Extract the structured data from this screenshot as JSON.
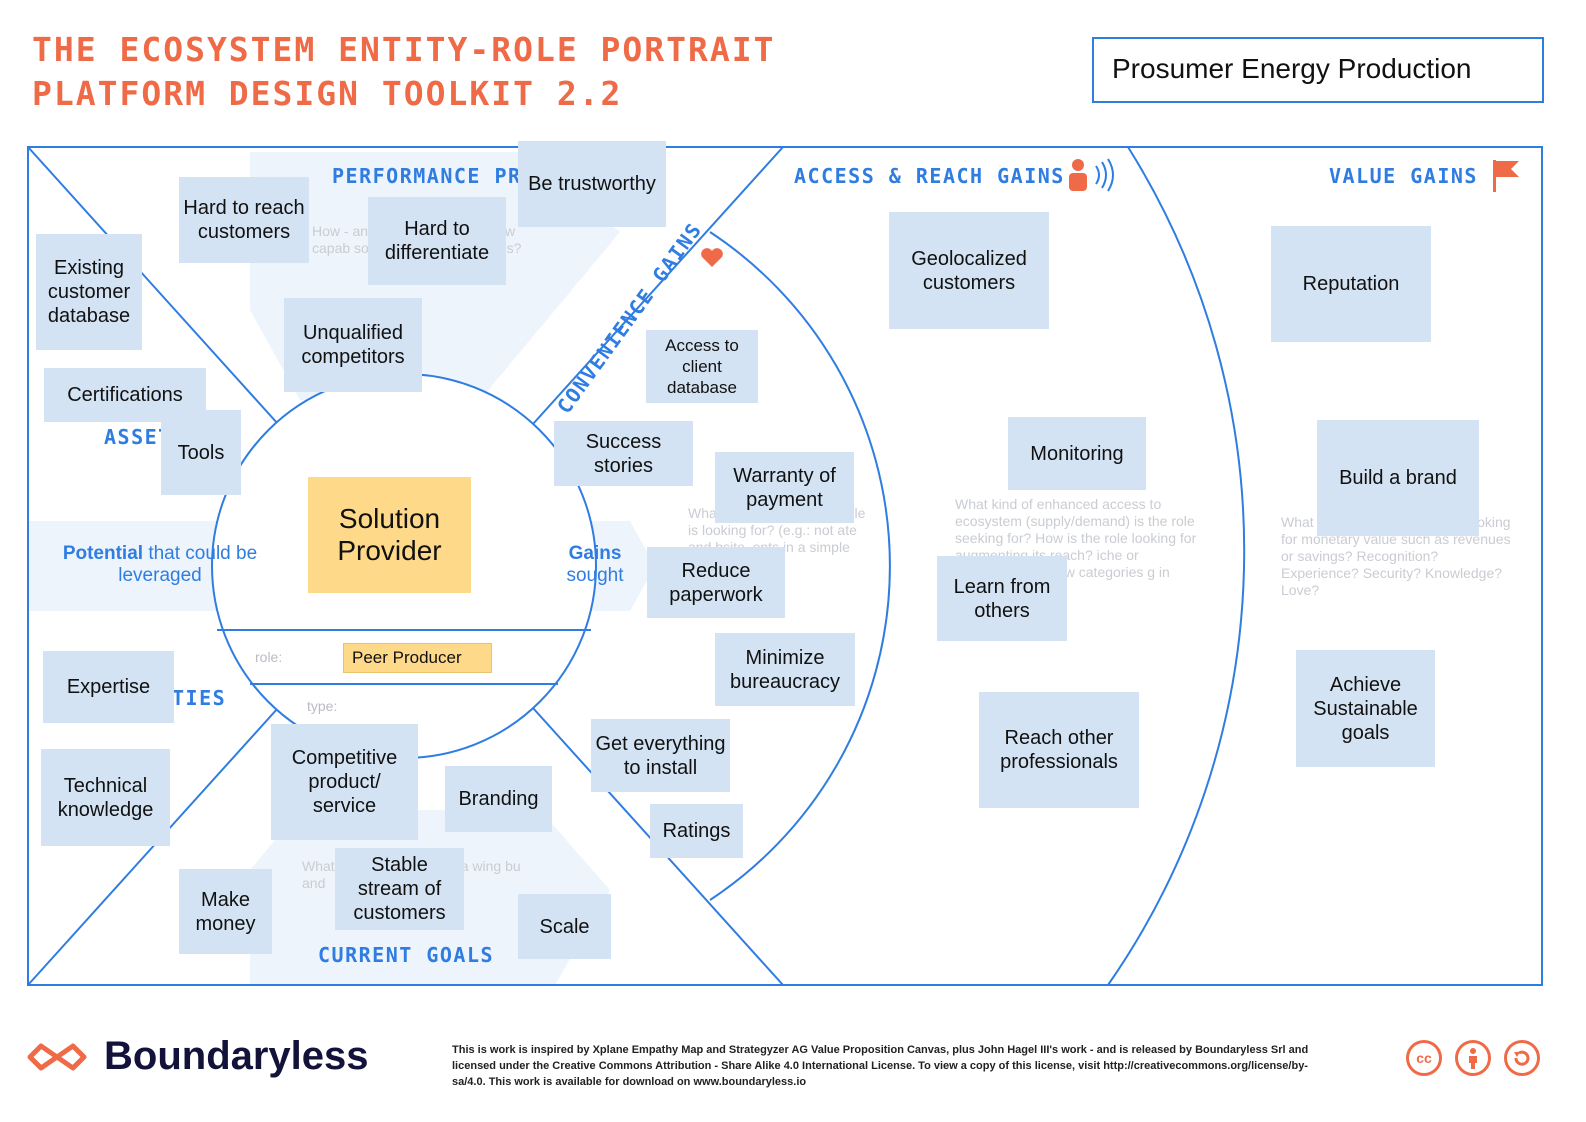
{
  "header": {
    "title_line1": "THE ECOSYSTEM ENTITY-ROLE PORTRAIT",
    "title_line2": "PLATFORM DESIGN TOOLKIT 2.2",
    "entity_name": "Prosumer Energy Production"
  },
  "sections": {
    "performance_pressures": "PERFORMANCE PRESSURES",
    "assets": "ASSETS",
    "capabilities": "TIES",
    "current_goals": "CURRENT GOALS",
    "convenience_gains": "CONVENIENCE GAINS",
    "access_reach_gains": "ACCESS & REACH GAINS",
    "value_gains": "VALUE GAINS"
  },
  "hints": {
    "pressures": "How - an disruptio improve i new capab solutions and approaches?",
    "convenience": "Wha of convenience the role is looking for? (e.g.: not ate and bsite, ents in a simple way, etc...)",
    "access": "What kind of enhanced access to ecosystem (supply/demand) is the role seeking for? How is the role looking for augmenting its reach? iche or aggregated ng new categories g in contact with s ...)",
    "value": "What he role looking for? Is it looking for monetary value such as revenues or savings? Recognition? Experience? Security? Knowledge? Love?",
    "goals": "What this role in t (e.g.: lea wing bu and"
  },
  "center": {
    "entity": "Solution Provider",
    "role_label": "role:",
    "role_value": "Peer Producer",
    "type_label": "type:"
  },
  "arrows": {
    "left_bold": "Potential",
    "left_rest": " that could be leveraged",
    "right_bold": "Gains",
    "right_rest": "sought"
  },
  "notes": {
    "hard_to_reach": "Hard to reach customers",
    "be_trustworthy": "Be trustworthy",
    "hard_to_differentiate": "Hard to differentiate",
    "existing_db": "Existing customer database",
    "unqualified": "Unqualified competitors",
    "certifications": "Certifications",
    "tools": "Tools",
    "expertise": "Expertise",
    "technical": "Technical knowledge",
    "competitive": "Competitive product/ service",
    "branding": "Branding",
    "make_money": "Make money",
    "stable_stream": "Stable stream of customers",
    "scale": "Scale",
    "access_client_db": "Access to client database",
    "success_stories": "Success stories",
    "warranty": "Warranty of payment",
    "reduce_paperwork": "Reduce paperwork",
    "minimize_bureaucracy": "Minimize bureaucracy",
    "get_everything": "Get everything to install",
    "ratings": "Ratings",
    "geolocalized": "Geolocalized customers",
    "monitoring": "Monitoring",
    "learn_from_others": "Learn from others",
    "reach_professionals": "Reach other professionals",
    "reputation": "Reputation",
    "build_brand": "Build a brand",
    "sustainable": "Achieve Sustainable goals"
  },
  "footer": {
    "brand": "Boundaryless",
    "license": "This is work is inspired by Xplane Empathy Map and Strategyzer AG Value Proposition Canvas, plus John Hagel III's work - and is released by Boundaryless Srl and licensed under the Creative Commons Attribution - Share Alike 4.0 International License. To view a copy of this license, visit http://creativecommons.org/license/by-sa/4.0. This work is available for download on www.boundaryless.io",
    "icons": [
      "cc-icon",
      "attribution-icon",
      "share-alike-icon"
    ]
  },
  "colors": {
    "accent_blue": "#2f7de1",
    "title_orange": "#ef6a47",
    "note_blue": "#d4e3f3",
    "center_yellow": "#ffd98a"
  }
}
